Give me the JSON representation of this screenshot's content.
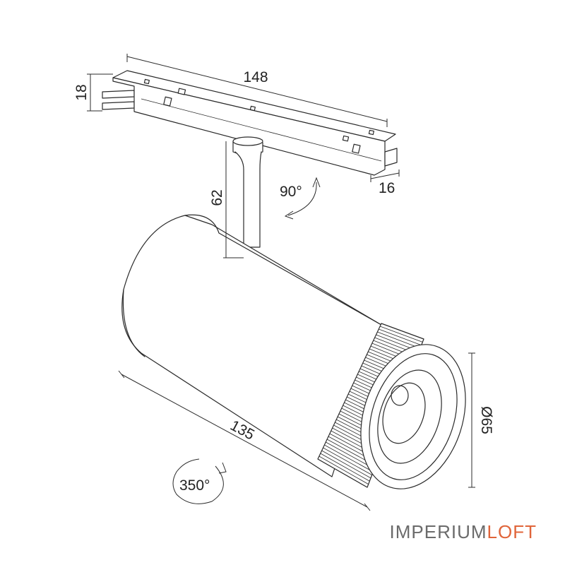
{
  "dimensions": {
    "track_length": "148",
    "track_height": "18",
    "track_width": "16",
    "stem_height": "62",
    "body_length": "135",
    "head_diameter": "Ø65"
  },
  "rotation": {
    "tilt": "90°",
    "pan": "350°"
  },
  "brand": {
    "part1": "IMPERIUM",
    "part2": "LOFT",
    "color1": "#6b6b6b",
    "color2": "#e0653a"
  }
}
